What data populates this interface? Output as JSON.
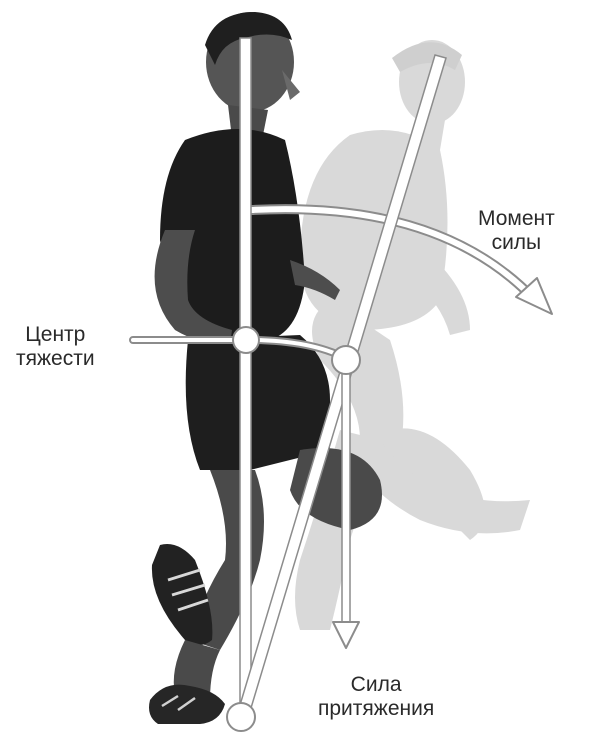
{
  "labels": {
    "moment": [
      "Момент",
      "силы"
    ],
    "center_of_gravity": [
      "Центр",
      "тяжести"
    ],
    "gravity_force": [
      "Сила",
      "притяжения"
    ]
  },
  "colors": {
    "runner": "#1c1c1c",
    "runner_skin": "#5a5a5a",
    "ghost": "#d6d6d6",
    "line_fill": "#ffffff",
    "line_stroke": "#8c8c8c",
    "text": "#2a2a2a"
  }
}
